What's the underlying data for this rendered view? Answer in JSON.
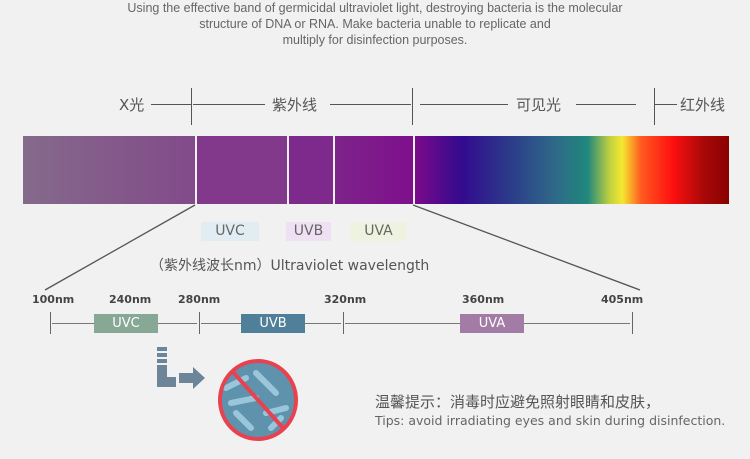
{
  "intro": [
    "Using the effective band of germicidal ultraviolet light, destroying bacteria is the molecular",
    "structure of DNA or RNA. Make bacteria unable to replicate and",
    "multiply for disinfection purposes."
  ],
  "spectrum": {
    "xray": "X光",
    "uv": "紫外线",
    "visible": "可见光",
    "infrared": "红外线"
  },
  "chips": {
    "uvc": "UVC",
    "uvb": "UVB",
    "uva": "UVA"
  },
  "wavelength_caption": "（紫外线波长nm）Ultraviolet wavelength",
  "scale": [
    "100nm",
    "240nm",
    "280nm",
    "320nm",
    "360nm",
    "405nm"
  ],
  "bands": {
    "uvc": "UVC",
    "uvb": "UVB",
    "uva": "UVA"
  },
  "tips": {
    "cn": "温馨提示：消毒时应避免照射眼睛和皮肤，",
    "en": "Tips: avoid irradiating eyes and skin during disinfection."
  },
  "colors": {
    "uvc": "#88a896",
    "uvb": "#4f7f99",
    "uva": "#a37ca6"
  }
}
